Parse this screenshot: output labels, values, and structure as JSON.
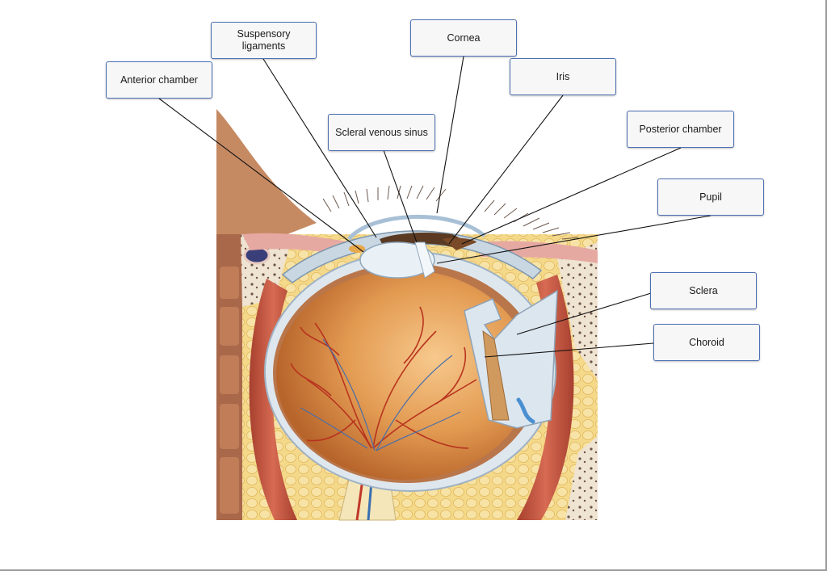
{
  "labels": {
    "anterior_chamber": "Anterior chamber",
    "suspensory_ligaments": "Suspensory ligaments",
    "scleral_venous_sinus": "Scleral venous sinus",
    "cornea": "Cornea",
    "iris": "Iris",
    "posterior_chamber": "Posterior chamber",
    "pupil": "Pupil",
    "sclera": "Sclera",
    "choroid": "Choroid"
  },
  "colors": {
    "label_border": "#4d6fb3",
    "leader_line": "#111111",
    "retina": "#d9924a",
    "vessels": "#c0392b",
    "fat": "#f3d27a",
    "sclera": "#e8eef4",
    "muscle": "#c2533f"
  }
}
